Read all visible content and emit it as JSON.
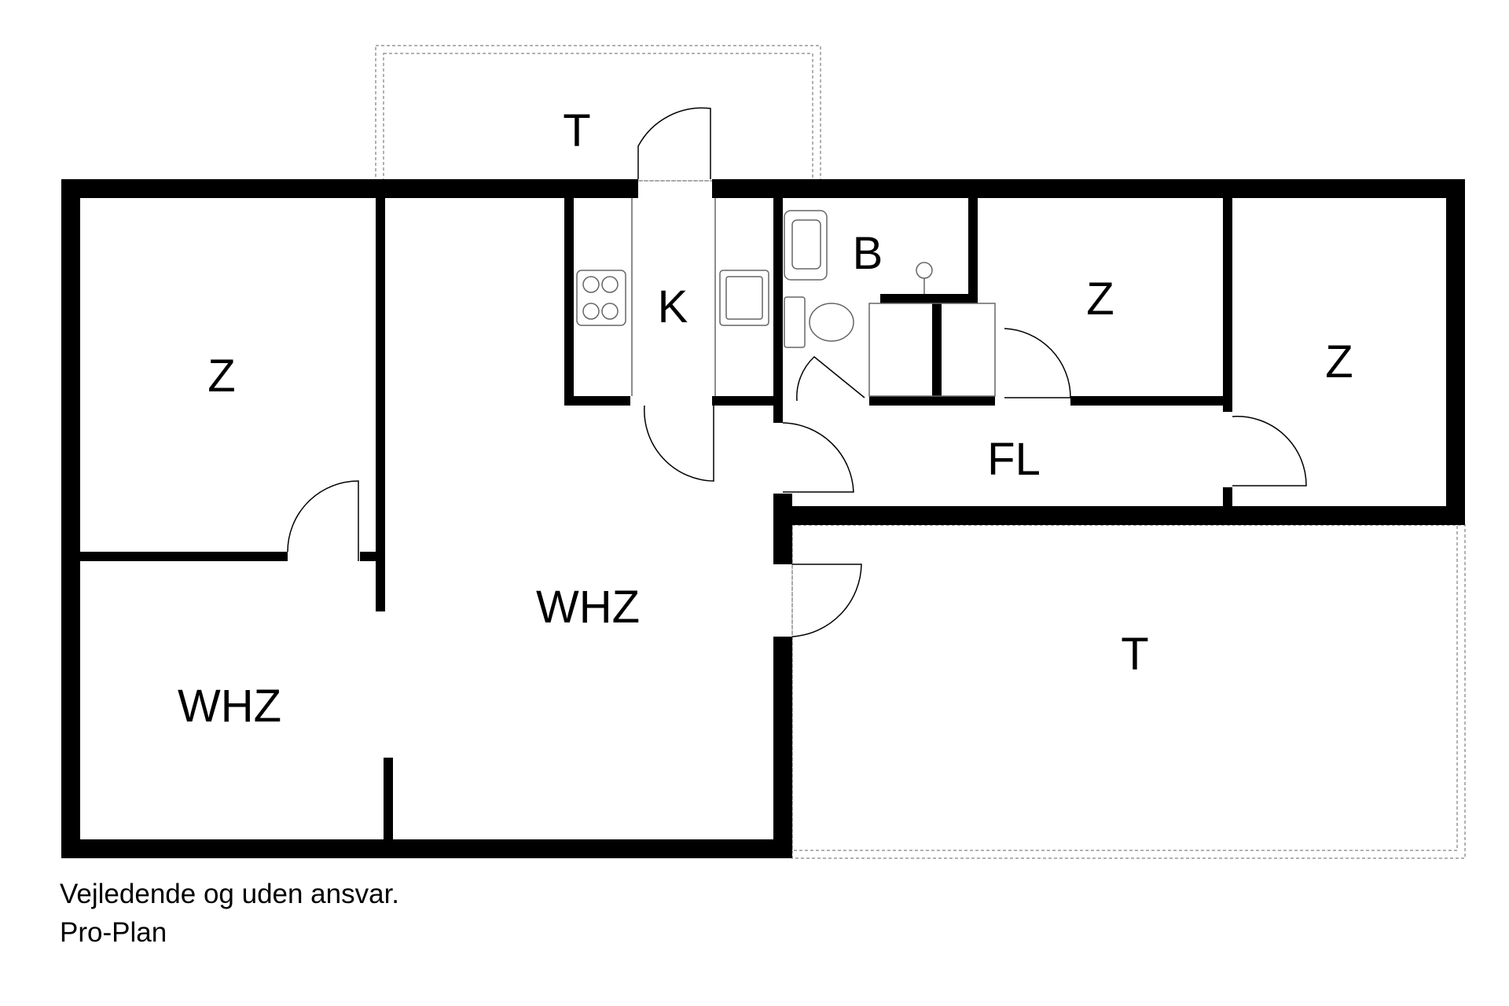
{
  "floor_plan": {
    "rooms": [
      {
        "id": "terrace-top",
        "label": "T"
      },
      {
        "id": "room-z-left",
        "label": "Z"
      },
      {
        "id": "kitchen",
        "label": "K"
      },
      {
        "id": "bathroom",
        "label": "B"
      },
      {
        "id": "room-z-middle",
        "label": "Z"
      },
      {
        "id": "room-z-right",
        "label": "Z"
      },
      {
        "id": "hallway",
        "label": "FL"
      },
      {
        "id": "living-room-main",
        "label": "WHZ"
      },
      {
        "id": "living-room-left",
        "label": "WHZ"
      },
      {
        "id": "terrace-right",
        "label": "T"
      }
    ],
    "colors": {
      "wall": "#000000",
      "background": "#ffffff",
      "fixture": "#666666",
      "terrace_outline": "#999999"
    }
  },
  "footer": {
    "disclaimer": "Vejledende og uden ansvar.",
    "brand": "Pro-Plan"
  }
}
